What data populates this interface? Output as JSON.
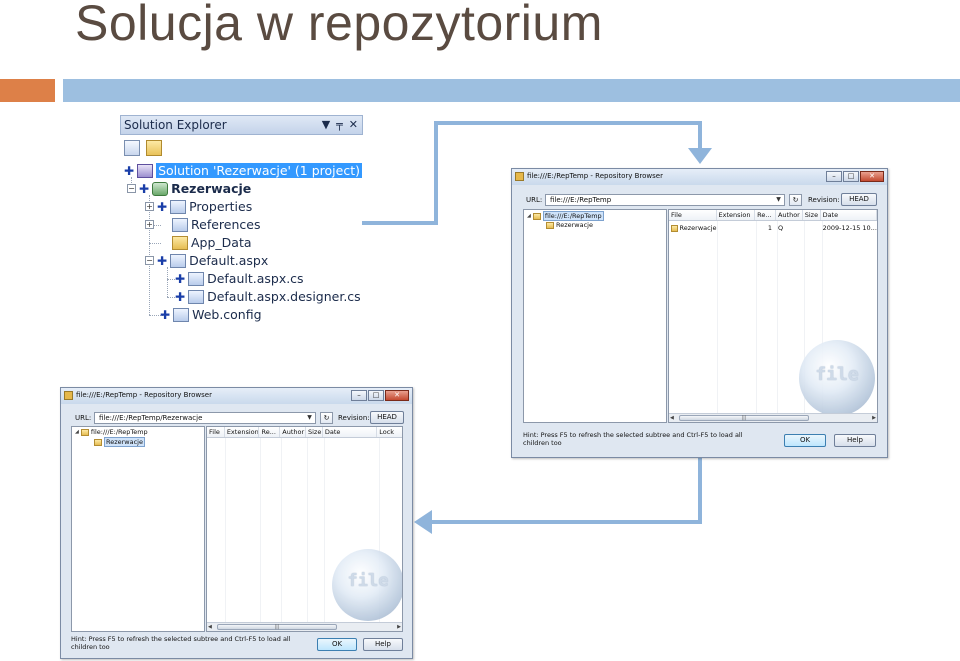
{
  "slide": {
    "title": "Solucja w repozytorium"
  },
  "solution_explorer": {
    "header_title": "Solution Explorer",
    "header_buttons": [
      "▼",
      "╤",
      "✕"
    ],
    "nodes": [
      {
        "label": "Solution 'Rezerwacje' (1 project)",
        "selected": true
      },
      {
        "label": "Rezerwacje"
      },
      {
        "label": "Properties"
      },
      {
        "label": "References"
      },
      {
        "label": "App_Data"
      },
      {
        "label": "Default.aspx"
      },
      {
        "label": "Default.aspx.cs"
      },
      {
        "label": "Default.aspx.designer.cs"
      },
      {
        "label": "Web.config"
      }
    ]
  },
  "repo_browser_right": {
    "title": "file:///E:/RepTemp - Repository Browser",
    "url_label": "URL:",
    "url_value": "file:///E:/RepTemp",
    "revision_label": "Revision:",
    "head_button": "HEAD",
    "tree": [
      {
        "label": "file:///E:/RepTemp",
        "selected": true
      },
      {
        "label": "Rezerwacje"
      }
    ],
    "columns": [
      "File",
      "Extension",
      "Re...",
      "Author",
      "Size",
      "Date"
    ],
    "rows": [
      {
        "file": "Rezerwacje",
        "extension": "",
        "revision": "1",
        "author": "Q",
        "size": "",
        "date": "2009-12-15 10..."
      }
    ],
    "hint": "Hint: Press F5 to refresh the selected subtree and Ctrl-F5 to load all children too",
    "ok_button": "OK",
    "help_button": "Help",
    "watermark": "file"
  },
  "repo_browser_left": {
    "title": "file:///E:/RepTemp - Repository Browser",
    "url_label": "URL:",
    "url_value": "file:///E:/RepTemp/Rezerwacje",
    "revision_label": "Revision:",
    "head_button": "HEAD",
    "tree": [
      {
        "label": "file:///E:/RepTemp"
      },
      {
        "label": "Rezerwacje",
        "selected": true
      }
    ],
    "columns": [
      "File",
      "Extension",
      "Re...",
      "Author",
      "Size",
      "Date",
      "Lock"
    ],
    "hint_line1": "Hint: Press F5 to refresh the selected subtree and Ctrl-F5 to load all",
    "hint_line2": "children too",
    "ok_button": "OK",
    "help_button": "Help",
    "watermark": "file"
  },
  "colors": {
    "title_text": "#5a4b41",
    "accent_orange": "#dd8048",
    "accent_blue": "#9dbfe0",
    "arrow": "#8fb4db",
    "selection": "#3399ff"
  }
}
